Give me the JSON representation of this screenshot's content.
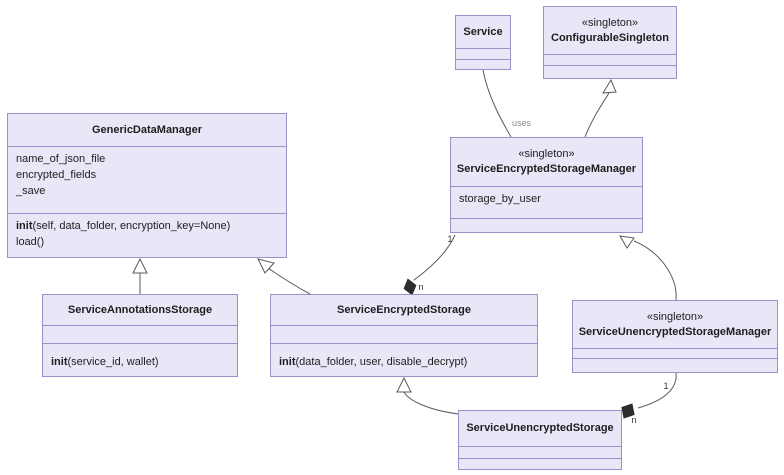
{
  "diagram": {
    "colors": {
      "box_fill": "#e9e6f8",
      "box_border": "#9a91c8",
      "edge": "#5b5b5b",
      "text": "#1e1e1e",
      "muted": "#8a8a8a",
      "diamond": "#2d2d2d",
      "bg": "#ffffff"
    },
    "classes": {
      "service": {
        "name": "Service"
      },
      "configurable_singleton": {
        "stereotype": "«singleton»",
        "name": "ConfigurableSingleton"
      },
      "generic_data_manager": {
        "name": "GenericDataManager",
        "attrs": [
          "name_of_json_file",
          "encrypted_fields",
          "_save"
        ],
        "methods": [
          {
            "bold": "init",
            "rest": "(self, data_folder, encryption_key=None)"
          },
          {
            "bold": "",
            "rest": "load()"
          }
        ]
      },
      "service_annotations_storage": {
        "name": "ServiceAnnotationsStorage",
        "methods": [
          {
            "bold": "init",
            "rest": "(service_id, wallet)"
          }
        ]
      },
      "service_encrypted_storage": {
        "name": "ServiceEncryptedStorage",
        "methods": [
          {
            "bold": "init",
            "rest": "(data_folder, user, disable_decrypt)"
          }
        ]
      },
      "service_encrypted_storage_manager": {
        "stereotype": "«singleton»",
        "name": "ServiceEncryptedStorageManager",
        "attrs": [
          "storage_by_user"
        ]
      },
      "service_unencrypted_storage_manager": {
        "stereotype": "«singleton»",
        "name": "ServiceUnencryptedStorageManager"
      },
      "service_unencrypted_storage": {
        "name": "ServiceUnencryptedStorage"
      }
    },
    "edges": {
      "uses_label": "uses",
      "encrypted_mult_one": "1",
      "encrypted_mult_many": "n",
      "unencrypted_mult_one": "1",
      "unencrypted_mult_many": "n"
    }
  }
}
